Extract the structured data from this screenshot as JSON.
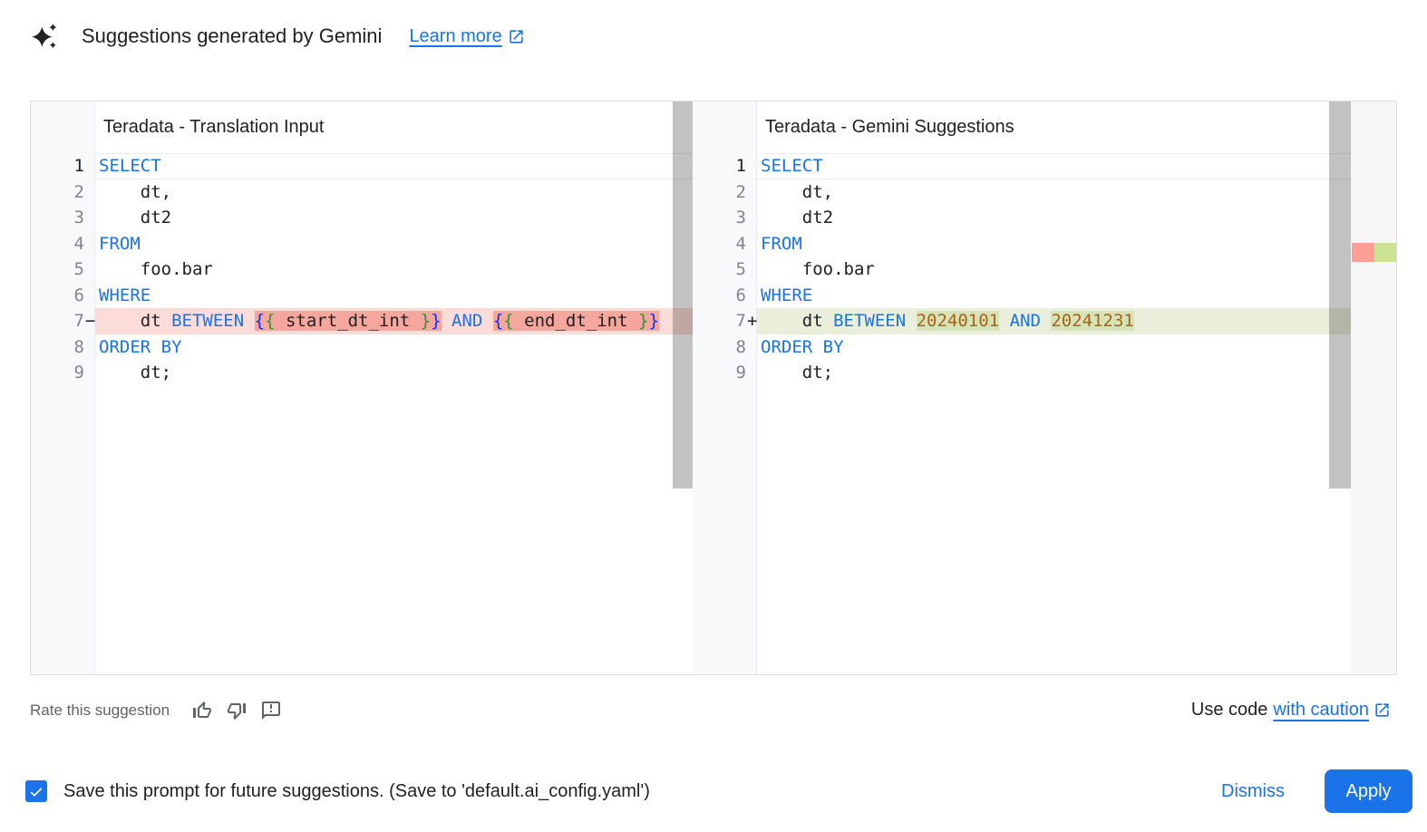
{
  "header": {
    "title": "Suggestions generated by Gemini",
    "learn_more_label": "Learn more"
  },
  "icons": {
    "header_icon": "gemini-sparkle-icon",
    "learn_more_icon": "external-link-icon",
    "rate_icons": [
      "thumb-up-icon",
      "thumb-down-icon",
      "feedback-icon"
    ],
    "use_code_icon": "external-link-icon",
    "checkbox_icon": "checkmark-icon"
  },
  "colors": {
    "accent": "#1a73e8",
    "keyword": "#1a73e8",
    "bracket_outer": "#0431fa",
    "bracket_inner": "#319331",
    "number_literal": "#aa6214",
    "deleted_line_bg": "#fcdcd8",
    "deleted_token_bg": "#f5a79e",
    "inserted_line_bg": "#e9efda",
    "inserted_token_bg": "#d6e3b8",
    "overview_deleted": "#fb9f97",
    "overview_inserted": "#cbe193"
  },
  "panes": [
    {
      "title": "Teradata - Translation Input",
      "lines": [
        {
          "num": "1",
          "current": true,
          "tokens": [
            [
              "SELECT",
              "kw"
            ]
          ]
        },
        {
          "num": "2",
          "tokens": [
            [
              "    dt,",
              "plain"
            ]
          ]
        },
        {
          "num": "3",
          "tokens": [
            [
              "    dt2",
              "plain"
            ]
          ]
        },
        {
          "num": "4",
          "tokens": [
            [
              "FROM",
              "kw"
            ]
          ]
        },
        {
          "num": "5",
          "tokens": [
            [
              "    foo.bar",
              "plain"
            ]
          ]
        },
        {
          "num": "6",
          "tokens": [
            [
              "WHERE",
              "kw"
            ]
          ]
        },
        {
          "num": "7",
          "sign": "−",
          "diff": "del",
          "tokens": [
            [
              "    dt ",
              "plain"
            ],
            [
              "BETWEEN",
              "kw"
            ],
            [
              " ",
              "plain"
            ],
            [
              "{",
              "b1",
              1
            ],
            [
              "{",
              "b2",
              1
            ],
            [
              " start_dt_int ",
              "plain",
              1
            ],
            [
              "}",
              "b2",
              1
            ],
            [
              "}",
              "b1",
              1
            ],
            [
              " ",
              "plain"
            ],
            [
              "AND",
              "kw"
            ],
            [
              " ",
              "plain"
            ],
            [
              "{",
              "b1",
              1
            ],
            [
              "{",
              "b2",
              1
            ],
            [
              " end_dt_int ",
              "plain",
              1
            ],
            [
              "}",
              "b2",
              1
            ],
            [
              "}",
              "b1",
              1
            ]
          ]
        },
        {
          "num": "8",
          "tokens": [
            [
              "ORDER BY",
              "kw"
            ]
          ]
        },
        {
          "num": "9",
          "tokens": [
            [
              "    dt;",
              "plain"
            ]
          ]
        }
      ]
    },
    {
      "title": "Teradata - Gemini Suggestions",
      "lines": [
        {
          "num": "1",
          "current": true,
          "tokens": [
            [
              "SELECT",
              "kw"
            ]
          ]
        },
        {
          "num": "2",
          "tokens": [
            [
              "    dt,",
              "plain"
            ]
          ]
        },
        {
          "num": "3",
          "tokens": [
            [
              "    dt2",
              "plain"
            ]
          ]
        },
        {
          "num": "4",
          "tokens": [
            [
              "FROM",
              "kw"
            ]
          ]
        },
        {
          "num": "5",
          "tokens": [
            [
              "    foo.bar",
              "plain"
            ]
          ]
        },
        {
          "num": "6",
          "tokens": [
            [
              "WHERE",
              "kw"
            ]
          ]
        },
        {
          "num": "7",
          "sign": "+",
          "diff": "ins",
          "tokens": [
            [
              "    dt ",
              "plain"
            ],
            [
              "BETWEEN",
              "kw"
            ],
            [
              " ",
              "plain"
            ],
            [
              "20240101",
              "num",
              1
            ],
            [
              " ",
              "plain"
            ],
            [
              "AND",
              "kw"
            ],
            [
              " ",
              "plain"
            ],
            [
              "20241231",
              "num",
              1
            ]
          ]
        },
        {
          "num": "8",
          "tokens": [
            [
              "ORDER BY",
              "kw"
            ]
          ]
        },
        {
          "num": "9",
          "tokens": [
            [
              "    dt;",
              "plain"
            ]
          ]
        }
      ]
    }
  ],
  "rate": {
    "label": "Rate this suggestion"
  },
  "use_code": {
    "prefix": "Use code",
    "link": "with caution"
  },
  "footer": {
    "save_label": "Save this prompt for future suggestions. (Save to 'default.ai_config.yaml')",
    "checked": true,
    "dismiss_label": "Dismiss",
    "apply_label": "Apply"
  }
}
